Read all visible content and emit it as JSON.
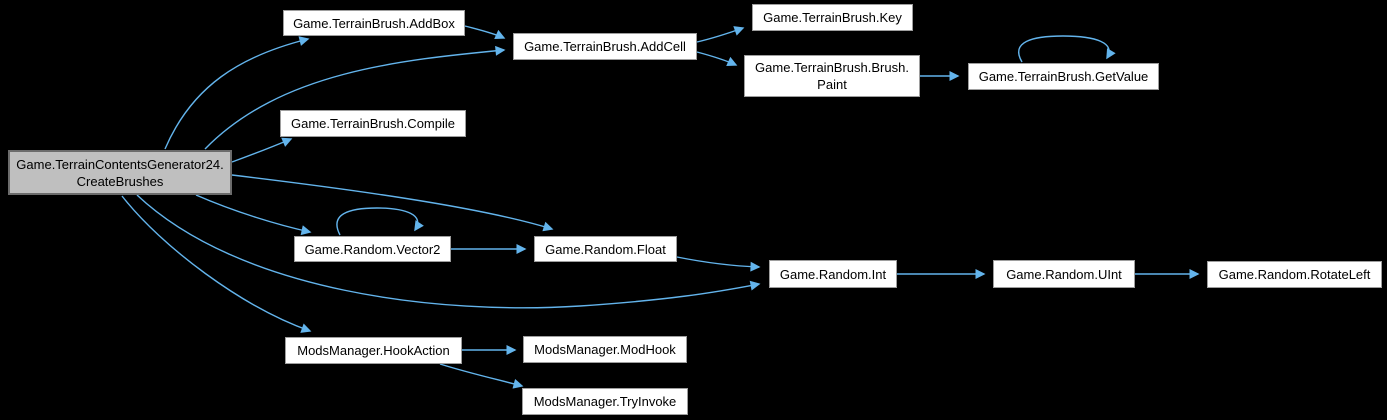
{
  "diagram": {
    "type": "call-graph",
    "background_color": "#000000",
    "edge_color": "#63b4ec",
    "node_fill": "#ffffff",
    "node_border": "#9e9e9e",
    "main_node_fill": "#bfbfbf",
    "main_node_border": "#6b6b6b",
    "nodes": {
      "createBrushes": {
        "label": "Game.TerrainContentsGenerator24.\nCreateBrushes",
        "main": true
      },
      "addBox": {
        "label": "Game.TerrainBrush.AddBox"
      },
      "addCell": {
        "label": "Game.TerrainBrush.AddCell"
      },
      "key": {
        "label": "Game.TerrainBrush.Key"
      },
      "brushPaint": {
        "label": "Game.TerrainBrush.Brush.\nPaint"
      },
      "getValue": {
        "label": "Game.TerrainBrush.GetValue"
      },
      "compile": {
        "label": "Game.TerrainBrush.Compile"
      },
      "vector2": {
        "label": "Game.Random.Vector2"
      },
      "float": {
        "label": "Game.Random.Float"
      },
      "int": {
        "label": "Game.Random.Int"
      },
      "uint": {
        "label": "Game.Random.UInt"
      },
      "rotateLeft": {
        "label": "Game.Random.RotateLeft"
      },
      "hookAction": {
        "label": "ModsManager.HookAction"
      },
      "modHook": {
        "label": "ModsManager.ModHook"
      },
      "tryInvoke": {
        "label": "ModsManager.TryInvoke"
      }
    },
    "edges": [
      {
        "from": "createBrushes",
        "to": "addBox"
      },
      {
        "from": "createBrushes",
        "to": "addCell"
      },
      {
        "from": "createBrushes",
        "to": "compile"
      },
      {
        "from": "createBrushes",
        "to": "vector2"
      },
      {
        "from": "createBrushes",
        "to": "float"
      },
      {
        "from": "createBrushes",
        "to": "int"
      },
      {
        "from": "createBrushes",
        "to": "hookAction"
      },
      {
        "from": "addBox",
        "to": "addCell"
      },
      {
        "from": "addCell",
        "to": "key"
      },
      {
        "from": "addCell",
        "to": "brushPaint"
      },
      {
        "from": "brushPaint",
        "to": "getValue"
      },
      {
        "from": "getValue",
        "to": "getValue"
      },
      {
        "from": "vector2",
        "to": "vector2"
      },
      {
        "from": "vector2",
        "to": "float"
      },
      {
        "from": "float",
        "to": "int"
      },
      {
        "from": "int",
        "to": "uint"
      },
      {
        "from": "uint",
        "to": "rotateLeft"
      },
      {
        "from": "hookAction",
        "to": "modHook"
      },
      {
        "from": "hookAction",
        "to": "tryInvoke"
      }
    ]
  }
}
